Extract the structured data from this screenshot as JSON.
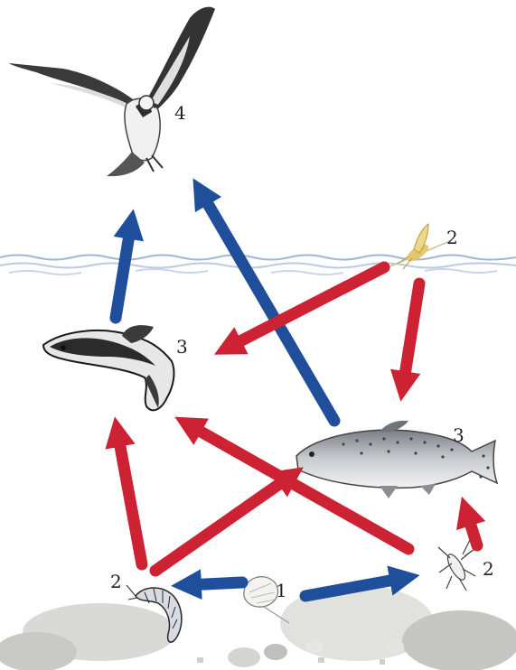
{
  "diagram": {
    "organisms": [
      {
        "id": "osprey",
        "level": "4"
      },
      {
        "id": "mayfly-adult",
        "level": "2"
      },
      {
        "id": "sculpin",
        "level": "3"
      },
      {
        "id": "trout",
        "level": "3"
      },
      {
        "id": "scud",
        "level": "2"
      },
      {
        "id": "algae",
        "level": "1"
      },
      {
        "id": "nymph",
        "level": "2"
      }
    ],
    "colors": {
      "blue_arrow": "#1f4f9a",
      "red_arrow": "#cc2233",
      "water": "#9fb6d6",
      "rock": "#d8d8d4"
    }
  }
}
